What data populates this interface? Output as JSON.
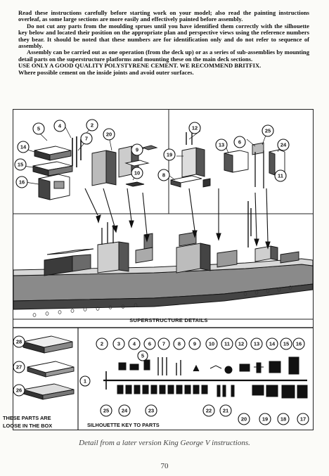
{
  "instructions": {
    "p1": "Read these instructions carefully before starting work on your model; also read the painting instructions overleaf, as some large sections are more easily and effectively painted before assembly.",
    "p2": "Do not cut any parts from the moulding sprues until you have identified them correctly with the silhouette key below and located their position on the appropriate plan and perspective views using the reference numbers they bear. It should be noted that these numbers are for identification only and do not refer to sequence of assembly.",
    "p3": "Assembly can be carried out as one operation (from the deck up) or as a series of sub-assemblies by mounting detail parts on the superstructure platforms and mounting these on the main deck sections.",
    "p4": "USE ONLY A GOOD QUALITY POLYSTYRENE CEMENT. WE RECOMMEND BRITFIX.",
    "p5": "Where possible cement on the inside joints and avoid outer surfaces."
  },
  "captions": {
    "superstructure": "SUPERSTRUCTURE DETAILS",
    "loose": "THESE PARTS ARE LOOSE IN THE BOX",
    "silhouette": "SILHOUETTE KEY TO PARTS"
  },
  "diagram": {
    "superstructure_part_numbers": [
      "5",
      "4",
      "2",
      "7",
      "20",
      "9",
      "14",
      "15",
      "16",
      "10",
      "12",
      "6",
      "13",
      "25",
      "24",
      "19",
      "8",
      "11"
    ],
    "silhouette_top_numbers": [
      "2",
      "3",
      "4",
      "6",
      "7",
      "8",
      "9",
      "10",
      "11",
      "12",
      "13",
      "14",
      "15",
      "16"
    ],
    "silhouette_bottom_numbers": [
      "25",
      "24",
      "23",
      "22",
      "21",
      "20",
      "19",
      "18",
      "17"
    ],
    "silhouette_side_numbers": [
      "1",
      "5"
    ],
    "loose_part_numbers": [
      "28",
      "27",
      "26"
    ]
  },
  "note": "Detail from a later version King George V instructions.",
  "page_number": "70"
}
